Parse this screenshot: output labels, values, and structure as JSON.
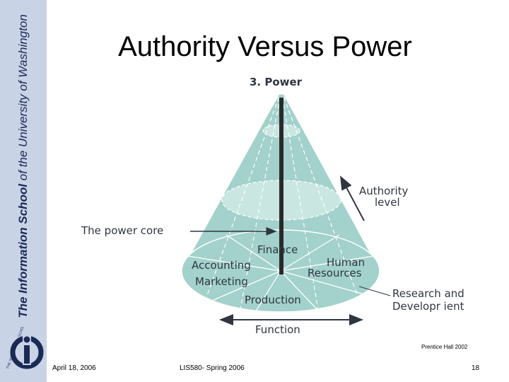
{
  "slide": {
    "title": "Authority Versus Power",
    "sidebar_text": {
      "part1": "The Information School",
      "part2": " of the ",
      "part3": "University of Washington"
    },
    "logo_text": "THE INFORMATION SCHOOL"
  },
  "diagram": {
    "heading": "3.  Power",
    "labels": {
      "authority_line1": "Authority",
      "authority_line2": "level",
      "power_core": "The power core",
      "finance": "Finance",
      "human_line1": "Human",
      "human_line2": "Resources",
      "accounting": "Accounting",
      "marketing": "Marketing",
      "production": "Production",
      "research_line1": "Research and",
      "research_line2": "Developr   ient",
      "function": "Function"
    },
    "colors": {
      "cone": "#a3d1cb",
      "cone_light": "#c9e6e1",
      "text": "#2f3640"
    }
  },
  "footer": {
    "credit": "Prentice Hall 2002",
    "date": "April 18, 2006",
    "course": "LIS580- Spring 2006",
    "page": "18"
  }
}
